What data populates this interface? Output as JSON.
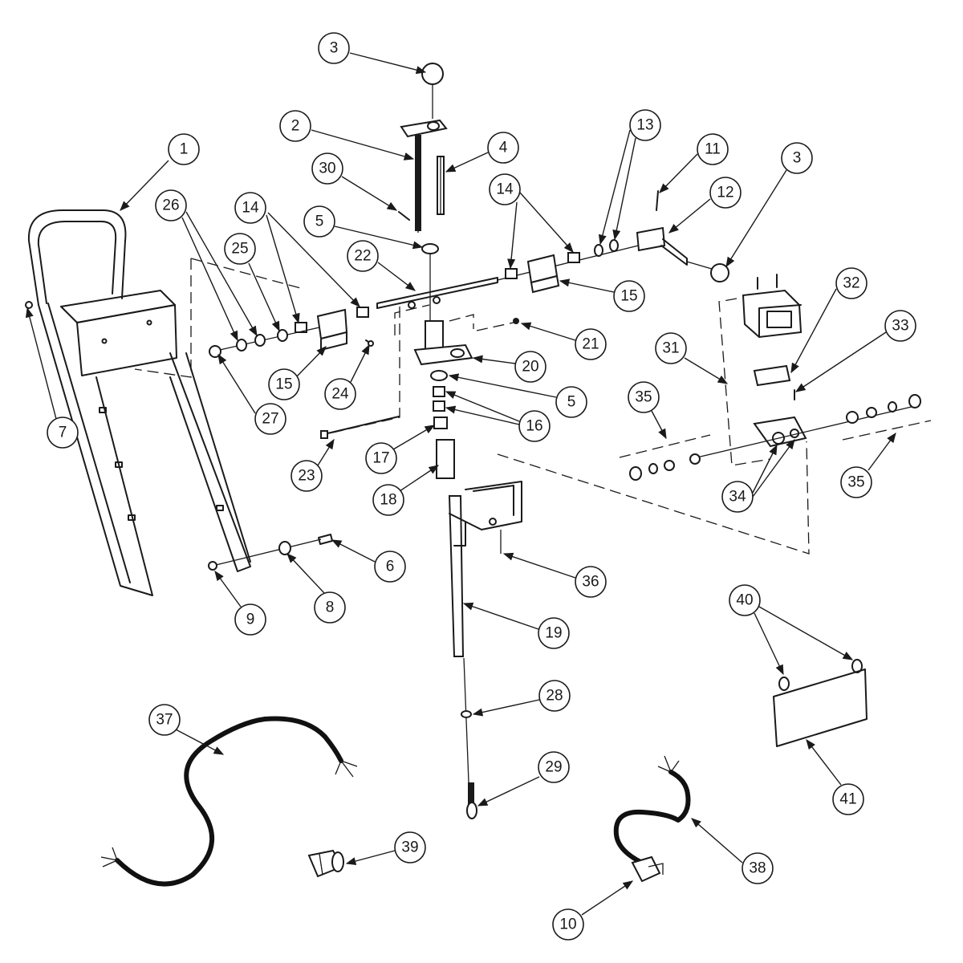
{
  "diagram": {
    "callouts": [
      {
        "id": "c1",
        "label": "1"
      },
      {
        "id": "c2",
        "label": "2"
      },
      {
        "id": "c3a",
        "label": "3"
      },
      {
        "id": "c3b",
        "label": "3"
      },
      {
        "id": "c4",
        "label": "4"
      },
      {
        "id": "c5a",
        "label": "5"
      },
      {
        "id": "c5b",
        "label": "5"
      },
      {
        "id": "c6",
        "label": "6"
      },
      {
        "id": "c7",
        "label": "7"
      },
      {
        "id": "c8",
        "label": "8"
      },
      {
        "id": "c9",
        "label": "9"
      },
      {
        "id": "c10",
        "label": "10"
      },
      {
        "id": "c11",
        "label": "11"
      },
      {
        "id": "c12",
        "label": "12"
      },
      {
        "id": "c13",
        "label": "13"
      },
      {
        "id": "c14a",
        "label": "14"
      },
      {
        "id": "c14b",
        "label": "14"
      },
      {
        "id": "c15a",
        "label": "15"
      },
      {
        "id": "c15b",
        "label": "15"
      },
      {
        "id": "c16",
        "label": "16"
      },
      {
        "id": "c17",
        "label": "17"
      },
      {
        "id": "c18",
        "label": "18"
      },
      {
        "id": "c19",
        "label": "19"
      },
      {
        "id": "c20",
        "label": "20"
      },
      {
        "id": "c21",
        "label": "21"
      },
      {
        "id": "c22",
        "label": "22"
      },
      {
        "id": "c23",
        "label": "23"
      },
      {
        "id": "c24",
        "label": "24"
      },
      {
        "id": "c25",
        "label": "25"
      },
      {
        "id": "c26",
        "label": "26"
      },
      {
        "id": "c27",
        "label": "27"
      },
      {
        "id": "c28",
        "label": "28"
      },
      {
        "id": "c29",
        "label": "29"
      },
      {
        "id": "c30",
        "label": "30"
      },
      {
        "id": "c31",
        "label": "31"
      },
      {
        "id": "c32",
        "label": "32"
      },
      {
        "id": "c33",
        "label": "33"
      },
      {
        "id": "c34",
        "label": "34"
      },
      {
        "id": "c35a",
        "label": "35"
      },
      {
        "id": "c35b",
        "label": "35"
      },
      {
        "id": "c36",
        "label": "36"
      },
      {
        "id": "c37",
        "label": "37"
      },
      {
        "id": "c38",
        "label": "38"
      },
      {
        "id": "c39",
        "label": "39"
      },
      {
        "id": "c40",
        "label": "40"
      },
      {
        "id": "c41",
        "label": "41"
      }
    ]
  }
}
